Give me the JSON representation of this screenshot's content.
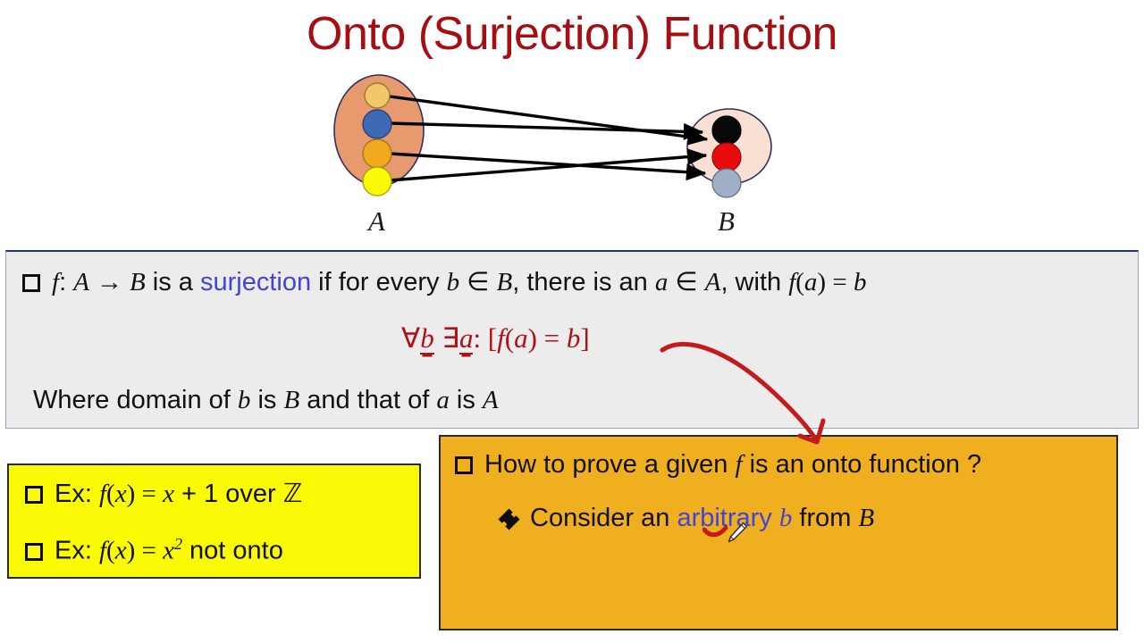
{
  "title": "Onto (Surjection) Function",
  "diagram": {
    "set_a_label": "A",
    "set_b_label": "B",
    "set_a_fill": "#E79A6E",
    "set_b_fill": "#FAE0D2",
    "set_stroke": "#2E2E5E",
    "set_a_elements": [
      {
        "name": "a1",
        "color": "#F2C66A"
      },
      {
        "name": "a2",
        "color": "#3E69B5"
      },
      {
        "name": "a3",
        "color": "#F0A81E"
      },
      {
        "name": "a4",
        "color": "#FAFA06"
      }
    ],
    "set_b_elements": [
      {
        "name": "b1",
        "color": "#090909"
      },
      {
        "name": "b2",
        "color": "#E80C0C"
      },
      {
        "name": "b3",
        "color": "#9FB0C6"
      }
    ],
    "mappings": [
      {
        "from": "a1",
        "to": "b1"
      },
      {
        "from": "a2",
        "to": "b1"
      },
      {
        "from": "a3",
        "to": "b3"
      },
      {
        "from": "a4",
        "to": "b2"
      }
    ],
    "arrow_color": "#000000"
  },
  "definition_box": {
    "background": "#ECECEC",
    "border_top_color": "#1F3864",
    "bullet_icon": "checkbox-square",
    "line1": {
      "seg1": "f",
      "seg2": ": ",
      "seg3": "A",
      "seg4": " → ",
      "seg5": "B",
      "seg6": " is a ",
      "highlight": "surjection",
      "highlight_color": "#4343D6",
      "seg7": " if for every ",
      "seg8": "b",
      "seg9": " ∈ ",
      "seg10": "B",
      "seg11": ", there is an ",
      "seg12": "a",
      "seg13": " ∈ ",
      "seg14": "A",
      "seg15": ", with ",
      "seg16": "f",
      "seg17": "(",
      "seg18": "a",
      "seg19": ") = ",
      "seg20": "b"
    },
    "formula": {
      "color": "#B01116",
      "forall": "∀",
      "b": "b",
      "exists": "∃",
      "a": "a",
      "colon": ": [",
      "f": "f",
      "open": "(",
      "a2": "a",
      "eq": ") = ",
      "b2": "b",
      "close": "]"
    },
    "line3": {
      "seg1": "Where domain of ",
      "seg2": "b",
      "seg3": " is ",
      "seg4": "B",
      "seg5": " and that of ",
      "seg6": "a",
      "seg7": " is ",
      "seg8": "A"
    }
  },
  "examples_box": {
    "background": "#FAFA06",
    "bullet_icon": "checkbox-square",
    "line1": {
      "label": "Ex: ",
      "f": "f",
      "open": "(",
      "x": "x",
      "close": ") = ",
      "x2": "x",
      "rest": " + 1 over ",
      "set": "ℤ"
    },
    "line2": {
      "label": "Ex: ",
      "f": "f",
      "open": "(",
      "x": "x",
      "close": ") = ",
      "x2": "x",
      "exp": "2",
      "rest": " not onto"
    }
  },
  "howto_box": {
    "background": "#F0AF1E",
    "bullet_icon": "checkbox-square",
    "sub_bullet_icon": "diamond-bullet",
    "line1": {
      "seg1": "How to prove a given ",
      "f": "f",
      "seg2": " is an onto function ?"
    },
    "line2": {
      "seg1": "Consider an ",
      "highlight": "arbitrary",
      "highlight_b": "b",
      "highlight_color": "#4343D6",
      "seg2": " from ",
      "seg3": "B"
    }
  },
  "annotations": {
    "red_arrow": {
      "name": "hand-drawn-red-arrow",
      "color": "#C41A1A"
    },
    "squiggle": {
      "name": "red-squiggle-mark",
      "color": "#C41A1A"
    },
    "cursor": {
      "name": "pencil-cursor",
      "color": "#FFFFFF"
    }
  }
}
